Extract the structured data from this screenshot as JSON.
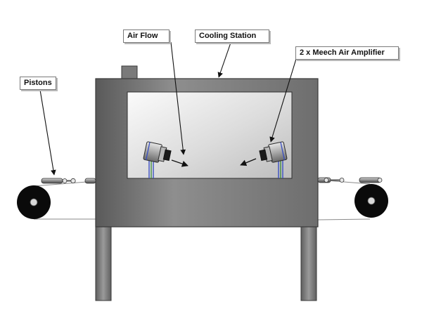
{
  "labels": {
    "pistons": "Pistons",
    "air_flow": "Air Flow",
    "cooling_station": "Cooling Station",
    "amplifier": "2 x Meech Air Amplifier"
  },
  "colors": {
    "frame": "#7b7b7b",
    "frame_dark": "#3e3e3e",
    "window_light": "#f1f1f1",
    "window_mid": "#c9c9c9",
    "roller": "#0a0a0a",
    "hose_blue": "#3a4fc2",
    "hose_green": "#3f8a3f"
  }
}
